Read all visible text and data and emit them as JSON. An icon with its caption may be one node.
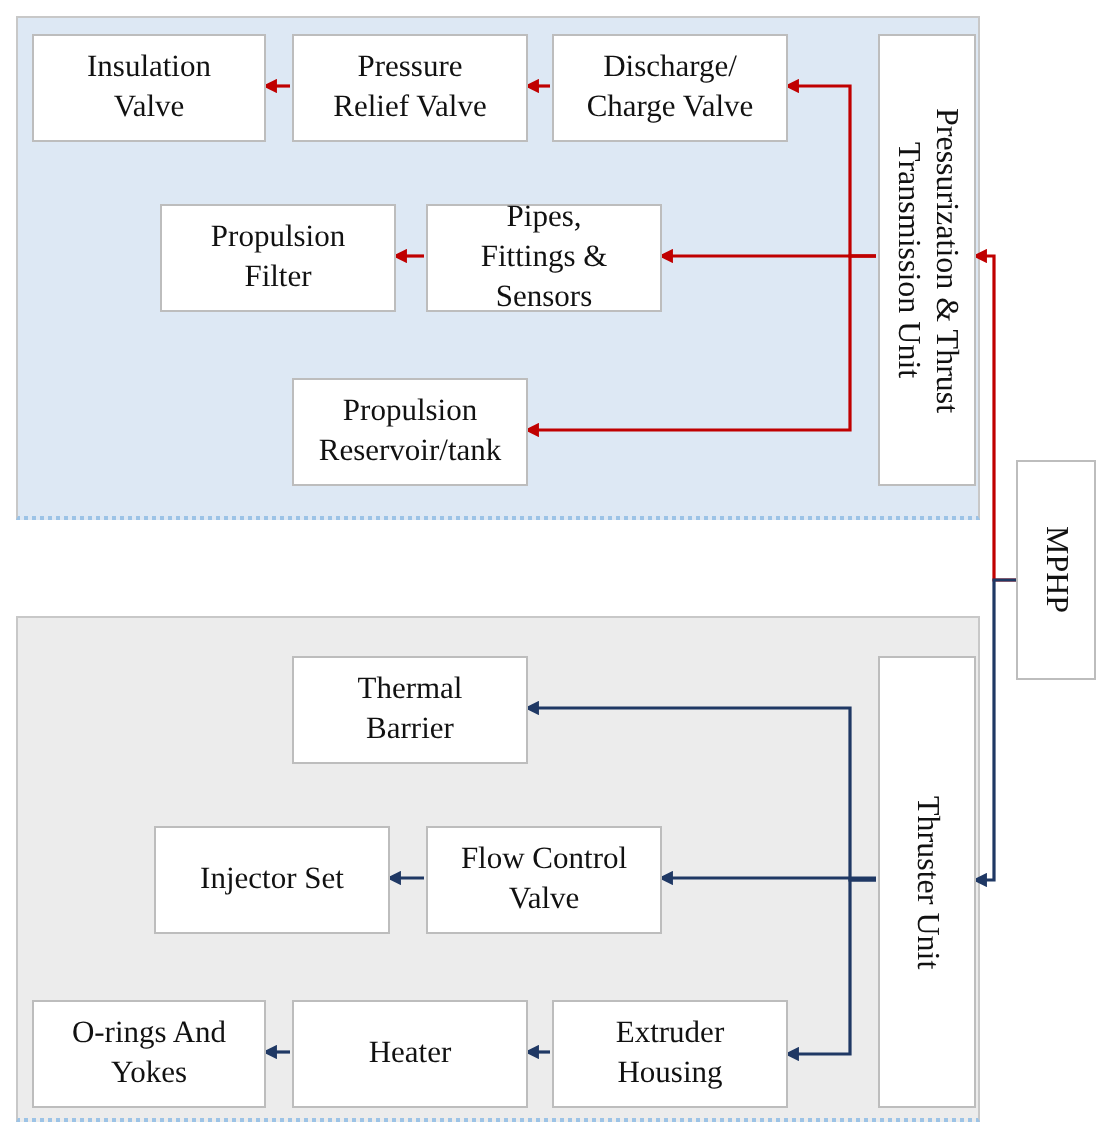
{
  "diagram": {
    "nodes": [
      {
        "text": [],
        "shape": "box"
      },
      {
        "text": [
          "Insulation Valve"
        ],
        "in": 0
      },
      {
        "text": [
          "Pressure Relief Valve"
        ],
        "in": 0
      },
      {
        "text": [
          "Discharge/ Charge Valve"
        ],
        "in": 0
      },
      {
        "text": [
          "Propulsion Filter"
        ],
        "in": 0
      },
      {
        "text": [
          "Pipes, Fittings & Sensors"
        ],
        "in": 0
      },
      {
        "text": [
          "Propulsion Reservoir/tank"
        ],
        "in": 0
      },
      {
        "text": [
          "Pressurization & Thrust Transmission Unit"
        ],
        "in": 0
      },
      {
        "text": [
          "MPHP"
        ]
      },
      {
        "text": [],
        "shape": "box"
      },
      {
        "text": [
          "Thermal Barrier"
        ],
        "in": 9
      },
      {
        "text": [
          "Injector Set"
        ],
        "in": 9
      },
      {
        "text": [
          "Flow Control Valve"
        ],
        "in": 9
      },
      {
        "text": [
          "O-rings And Yokes"
        ],
        "in": 9
      },
      {
        "text": [
          "Heater"
        ],
        "in": 9
      },
      {
        "text": [
          "Extruder Housing"
        ],
        "in": 9
      },
      {
        "text": [
          "Thruster Unit"
        ],
        "in": 9
      }
    ],
    "edges": [
      {
        "from": 8,
        "to": 7,
        "arrow": "to",
        "color": "#c00000"
      },
      {
        "from": 7,
        "to": 3,
        "arrow": "to",
        "color": "#c00000"
      },
      {
        "from": 7,
        "to": 5,
        "arrow": "to",
        "color": "#c00000"
      },
      {
        "from": 7,
        "to": 6,
        "arrow": "to",
        "color": "#c00000"
      },
      {
        "from": 3,
        "to": 2,
        "arrow": "to",
        "color": "#c00000"
      },
      {
        "from": 2,
        "to": 1,
        "arrow": "to",
        "color": "#c00000"
      },
      {
        "from": 5,
        "to": 4,
        "arrow": "to",
        "color": "#c00000"
      },
      {
        "from": 8,
        "to": 16,
        "arrow": "to",
        "color": "#1f3864"
      },
      {
        "from": 16,
        "to": 10,
        "arrow": "to",
        "color": "#1f3864"
      },
      {
        "from": 16,
        "to": 12,
        "arrow": "to",
        "color": "#1f3864"
      },
      {
        "from": 16,
        "to": 15,
        "arrow": "to",
        "color": "#1f3864"
      },
      {
        "from": 12,
        "to": 11,
        "arrow": "to",
        "color": "#1f3864"
      },
      {
        "from": 15,
        "to": 14,
        "arrow": "to",
        "color": "#1f3864"
      },
      {
        "from": 14,
        "to": 13,
        "arrow": "to",
        "color": "#1f3864"
      }
    ]
  }
}
